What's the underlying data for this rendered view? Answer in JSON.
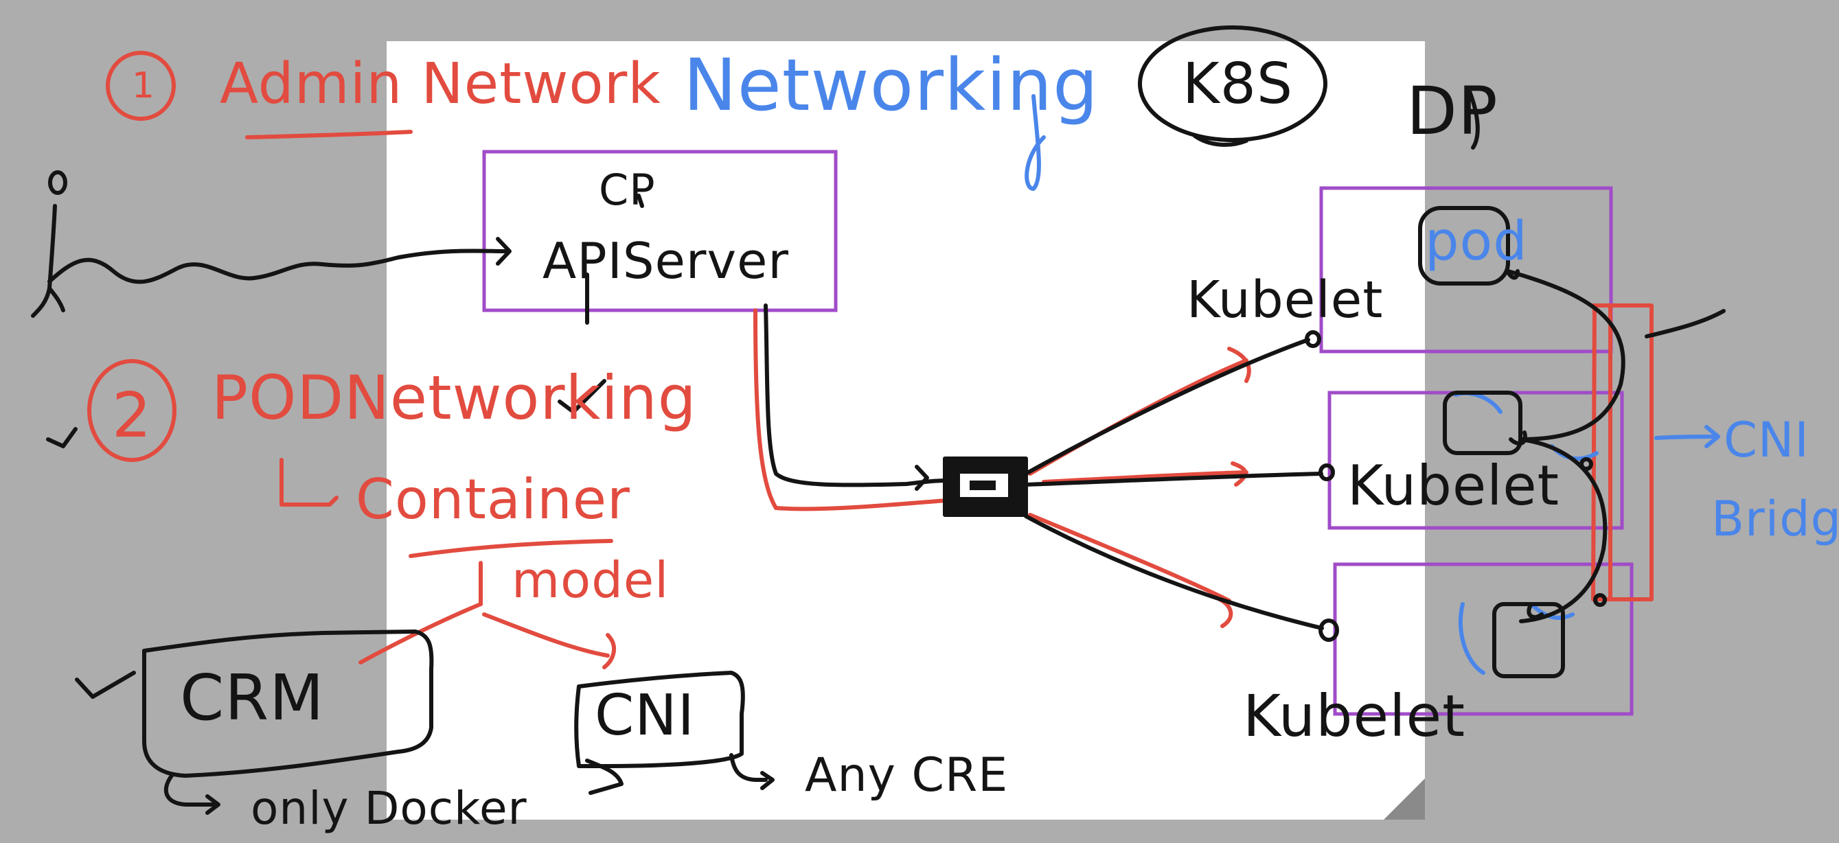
{
  "colors": {
    "background": "#adadad",
    "sheet": "#ffffff",
    "ink_black": "#141414",
    "ink_red": "#e24b3f",
    "ink_blue": "#4a86ea",
    "box_purple": "#a04cc8"
  },
  "labels": {
    "admin_network": "Admin Network",
    "networking": "Networking",
    "k8s": "K8S",
    "dp": "DP",
    "cp": "CP",
    "apiserver": "APIServer",
    "pod_networking": "PODNetworking",
    "container": "Container",
    "model": "model",
    "crm": "CRM",
    "cni": "CNI",
    "only_docker": "only Docker",
    "any_cre": "Any CRE",
    "kubelet_top": "Kubelet",
    "kubelet_mid": "Kubelet",
    "kubelet_bottom": "Kubelet",
    "pod": "pod",
    "cni_bridge_1": "CNI",
    "cni_bridge_2": "Bridge",
    "num_1": "1",
    "num_2": "2"
  },
  "icons": {
    "switch": "network-switch-icon",
    "user": "stick-user-icon",
    "page_curl": "page-curl-icon"
  }
}
